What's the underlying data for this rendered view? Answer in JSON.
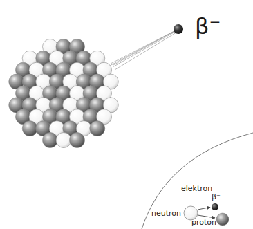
{
  "diagram": {
    "labels": [
      "β⁻",
      "elektron",
      "β⁻",
      "neutron",
      "proton"
    ]
  }
}
